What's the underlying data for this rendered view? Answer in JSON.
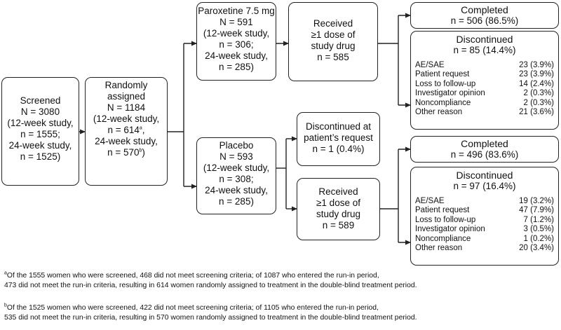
{
  "screened": {
    "title": "Screened",
    "lines": [
      "N = 3080",
      "(12-week study,",
      "n = 1555;",
      "24-week study,",
      "n = 1525)"
    ]
  },
  "randomized": {
    "title": "Randomly",
    "title2": "assigned",
    "line1": "N = 1184",
    "line2": "(12-week study,",
    "line3_pre": "n = 614",
    "line3_sup": "a",
    "line3_post": ",",
    "line4": "24-week study,",
    "line5_pre": "n = 570",
    "line5_sup": "b",
    "line5_post": ")"
  },
  "paroxetine": {
    "lines": [
      "Paroxetine 7.5 mg",
      "N = 591",
      "(12-week study,",
      "n = 306;",
      "24-week study,",
      "n = 285)"
    ]
  },
  "placebo": {
    "lines": [
      "Placebo",
      "N = 593",
      "(12-week study,",
      "n = 308;",
      "24-week study,",
      "n = 285)"
    ]
  },
  "paroxetine_received": {
    "lines": [
      "Received",
      "≥1 dose of",
      "study drug",
      "n = 585"
    ]
  },
  "placebo_discontinued_request": {
    "lines": [
      "Discontinued at",
      "patient’s request",
      "n = 1 (0.4%)"
    ]
  },
  "placebo_received": {
    "lines": [
      "Received",
      "≥1 dose of",
      "study drug",
      "n = 589"
    ]
  },
  "paroxetine_completed": {
    "title": "Completed",
    "value": "n = 506 (86.5%)"
  },
  "paroxetine_discontinued": {
    "title": "Discontinued",
    "value": "n = 85 (14.4%)",
    "reasons": [
      {
        "label": "AE/SAE",
        "value": "23 (3.9%)"
      },
      {
        "label": "Patient request",
        "value": "23 (3.9%)"
      },
      {
        "label": "Loss to follow-up",
        "value": "14 (2.4%)"
      },
      {
        "label": "Investigator opinion",
        "value": "2 (0.3%)"
      },
      {
        "label": "Noncompliance",
        "value": "2 (0.3%)"
      },
      {
        "label": "Other reason",
        "value": "21 (3.6%)"
      }
    ]
  },
  "placebo_completed": {
    "title": "Completed",
    "value": "n = 496 (83.6%)"
  },
  "placebo_discontinued": {
    "title": "Discontinued",
    "value": "n = 97 (16.4%)",
    "reasons": [
      {
        "label": "AE/SAE",
        "value": "19 (3.2%)"
      },
      {
        "label": "Patient request",
        "value": "47 (7.9%)"
      },
      {
        "label": "Loss to follow-up",
        "value": "7 (1.2%)"
      },
      {
        "label": "Investigator opinion",
        "value": "3 (0.5%)"
      },
      {
        "label": "Noncompliance",
        "value": "1 (0.2%)"
      },
      {
        "label": "Other reason",
        "value": "20 (3.4%)"
      }
    ]
  },
  "footnotes": {
    "a_mark": "a",
    "a_line1": "Of the 1555 women who were screened, 468 did not meet screening criteria; of 1087 who entered the run-in period,",
    "a_line2": "473 did not meet the run-in criteria, resulting in 614 women randomly assigned to treatment in the double-blind treatment period.",
    "b_mark": "b",
    "b_line1": "Of the 1525 women who were screened, 422 did not meet screening criteria; of 1105 who entered the run-in period,",
    "b_line2": "535 did not meet the run-in criteria, resulting in 570 women randomly assigned to treatment in the double-blind treatment period."
  }
}
